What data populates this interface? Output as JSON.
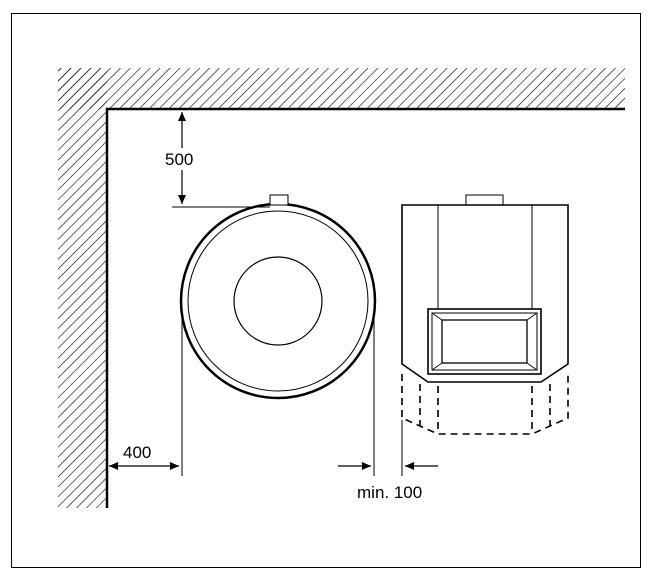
{
  "dimensions": {
    "top_clearance": "500",
    "side_clearance": "400",
    "min_gap": "min. 100"
  }
}
